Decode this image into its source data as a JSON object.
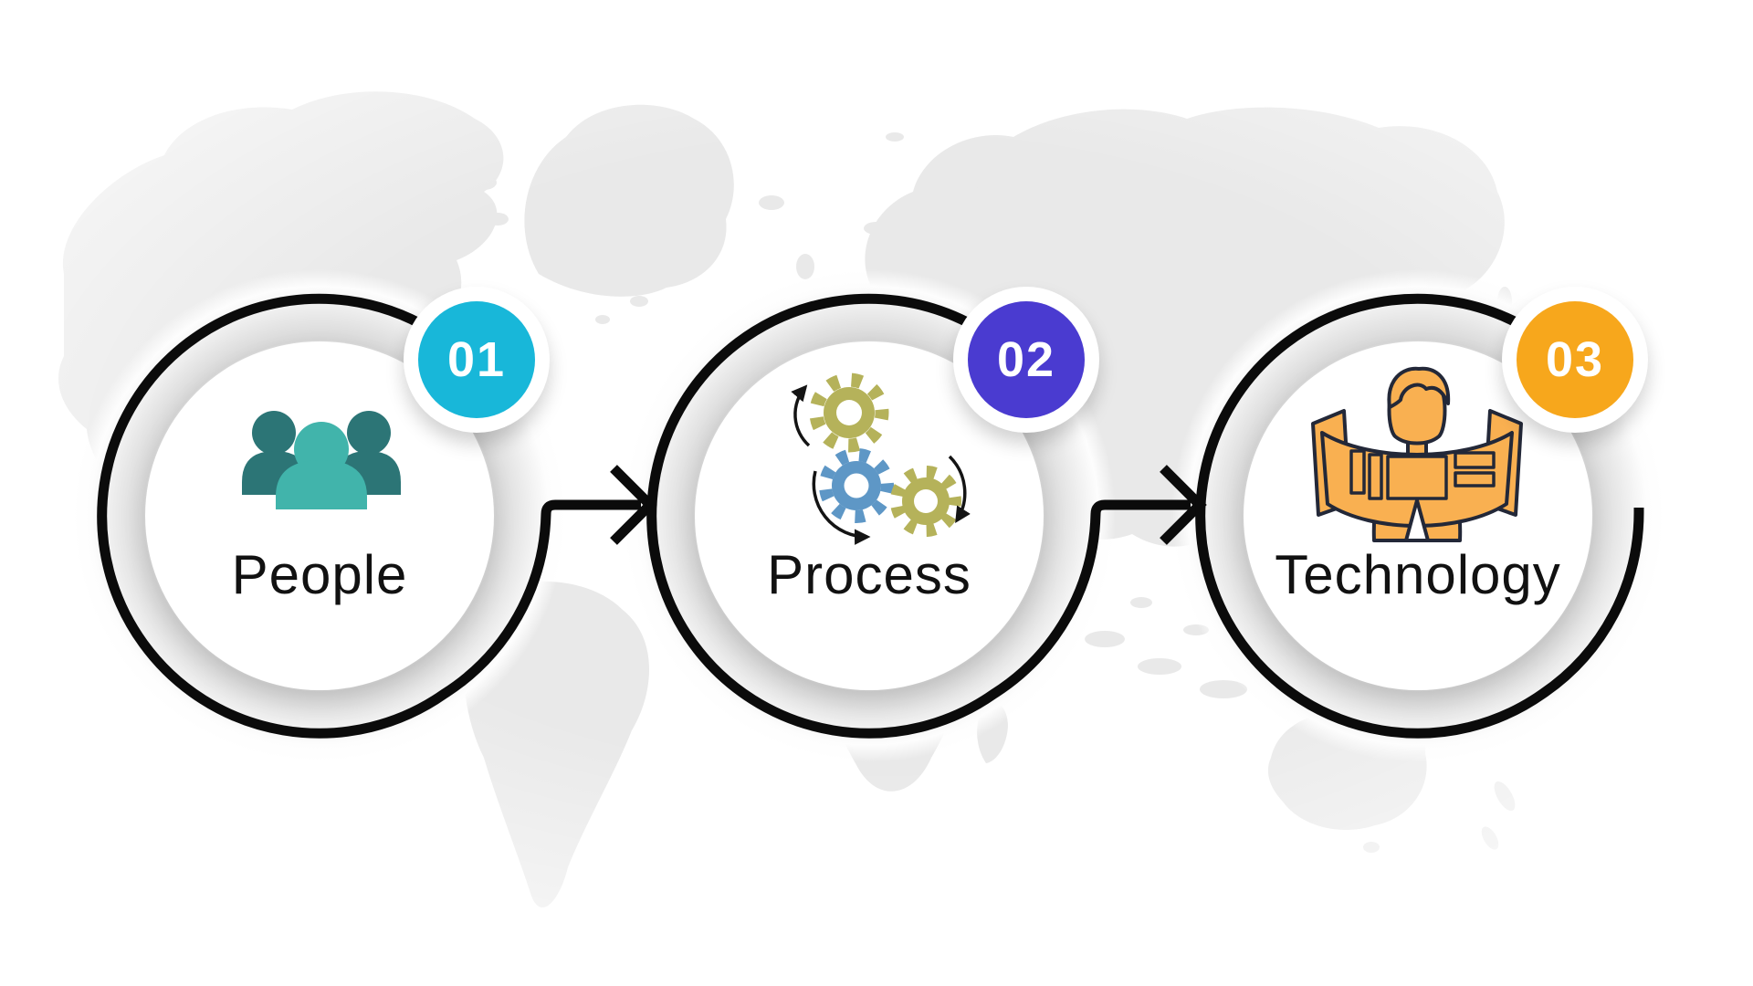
{
  "diagram": {
    "kind": "process-flow-infographic",
    "background": "faint-world-map",
    "steps": [
      {
        "number": "01",
        "label": "People",
        "icon": "people-group-icon",
        "badge_color": "#18b7d9"
      },
      {
        "number": "02",
        "label": "Process",
        "icon": "gears-icon",
        "badge_color": "#4a3bd0"
      },
      {
        "number": "03",
        "label": "Technology",
        "icon": "person-technology-icon",
        "badge_color": "#f7a71c"
      }
    ]
  },
  "colors": {
    "ring": "#0b0b0b",
    "label_text": "#111111",
    "badge_number_text": "#ffffff",
    "map_land": "#e9e9e9",
    "people_icon_back": "#2c7576",
    "people_icon_front": "#41b4ab",
    "gear_olive": "#b5b25a",
    "gear_blue": "#5e97c6",
    "tech_icon_fill": "#f9b051",
    "tech_icon_outline": "#232838"
  }
}
